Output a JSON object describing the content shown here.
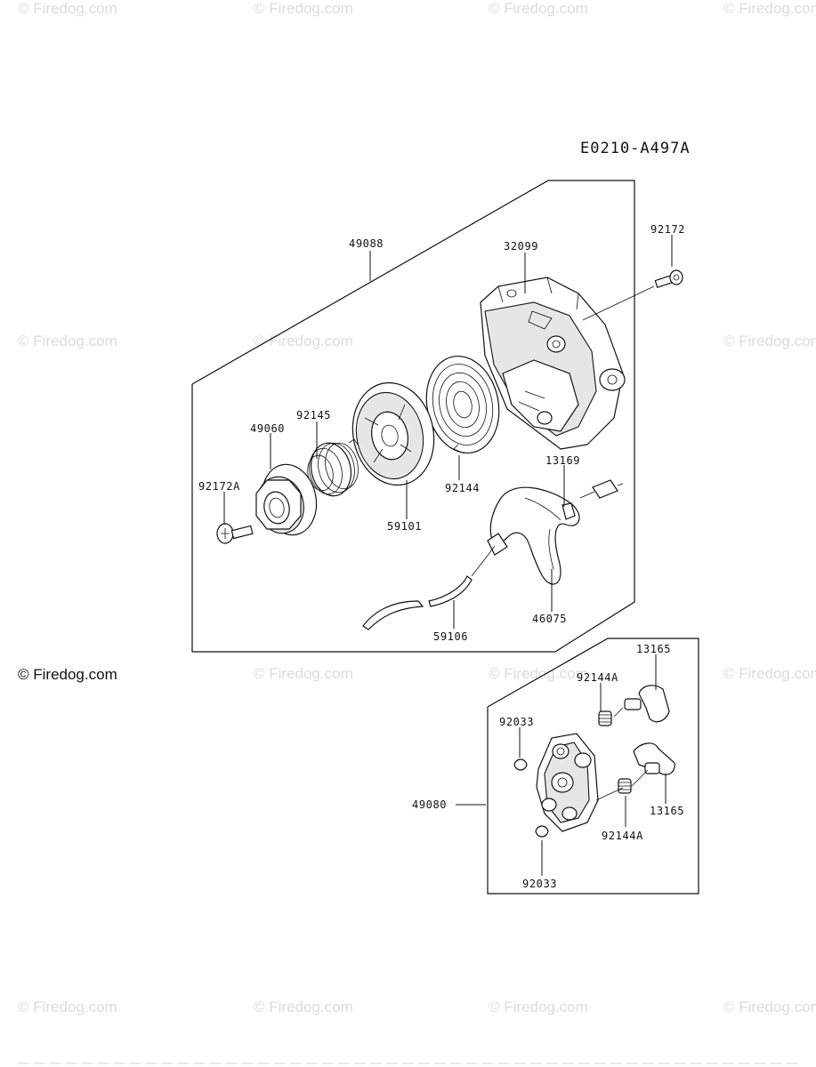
{
  "diagram_code": "E0210-A497A",
  "watermark": {
    "text": "© Firedog.com",
    "visible_text": "© Firedog.com"
  },
  "parts": {
    "recoil_assembly": "49088",
    "case": "32099",
    "bolt_case": "92172",
    "spring_guide": "49060",
    "spring": "92145",
    "bolt_reel": "92172A",
    "reel": "59101",
    "spiral_spring": "92144",
    "clip": "13169",
    "handle": "46075",
    "rope": "59106",
    "ratchet_assembly": "49080",
    "ratchet_pawl_top": "13165",
    "ratchet_pawl_bottom": "13165",
    "ratchet_spring_top": "92144A",
    "ratchet_spring_bottom": "92144A",
    "ring_top": "92033",
    "ring_bottom": "92033"
  }
}
